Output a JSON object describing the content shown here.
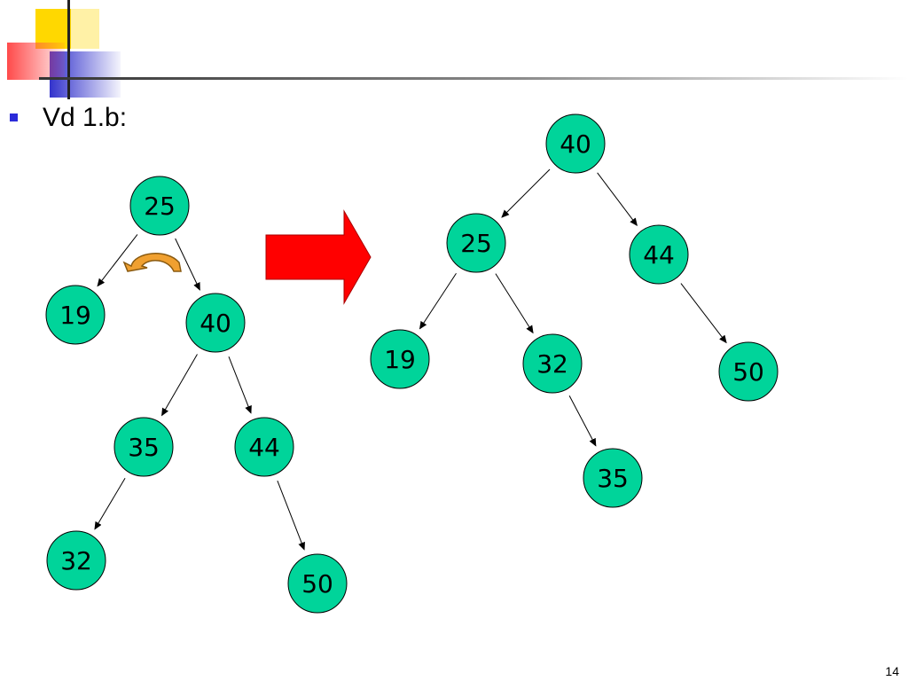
{
  "slide": {
    "title": "Vd 1.b:",
    "page_number": "14"
  },
  "colors": {
    "node_fill": "#00d49a",
    "node_stroke": "#000000",
    "arrow_red": "#ff0000",
    "rotate_arrow": "#f0a030",
    "bullet": "#2b2bd9",
    "deco_yellow": "#ffd800",
    "deco_red": "#ff4a4a",
    "deco_blue": "#3333cc"
  },
  "trees": {
    "before": {
      "nodes": [
        {
          "id": "b25",
          "label": "25"
        },
        {
          "id": "b19",
          "label": "19"
        },
        {
          "id": "b40",
          "label": "40"
        },
        {
          "id": "b35",
          "label": "35"
        },
        {
          "id": "b44",
          "label": "44"
        },
        {
          "id": "b32",
          "label": "32"
        },
        {
          "id": "b50",
          "label": "50"
        }
      ],
      "edges": [
        [
          "b25",
          "b19"
        ],
        [
          "b25",
          "b40"
        ],
        [
          "b40",
          "b35"
        ],
        [
          "b40",
          "b44"
        ],
        [
          "b35",
          "b32"
        ],
        [
          "b44",
          "b50"
        ]
      ]
    },
    "after": {
      "nodes": [
        {
          "id": "a40",
          "label": "40"
        },
        {
          "id": "a25",
          "label": "25"
        },
        {
          "id": "a44",
          "label": "44"
        },
        {
          "id": "a19",
          "label": "19"
        },
        {
          "id": "a32",
          "label": "32"
        },
        {
          "id": "a50",
          "label": "50"
        },
        {
          "id": "a35",
          "label": "35"
        }
      ],
      "edges": [
        [
          "a40",
          "a25"
        ],
        [
          "a40",
          "a44"
        ],
        [
          "a25",
          "a19"
        ],
        [
          "a25",
          "a32"
        ],
        [
          "a44",
          "a50"
        ],
        [
          "a32",
          "a35"
        ]
      ]
    }
  },
  "icons": {
    "transform_arrow": "right-arrow-icon",
    "rotation": "rotate-left-icon",
    "bullet": "square-bullet-icon"
  }
}
